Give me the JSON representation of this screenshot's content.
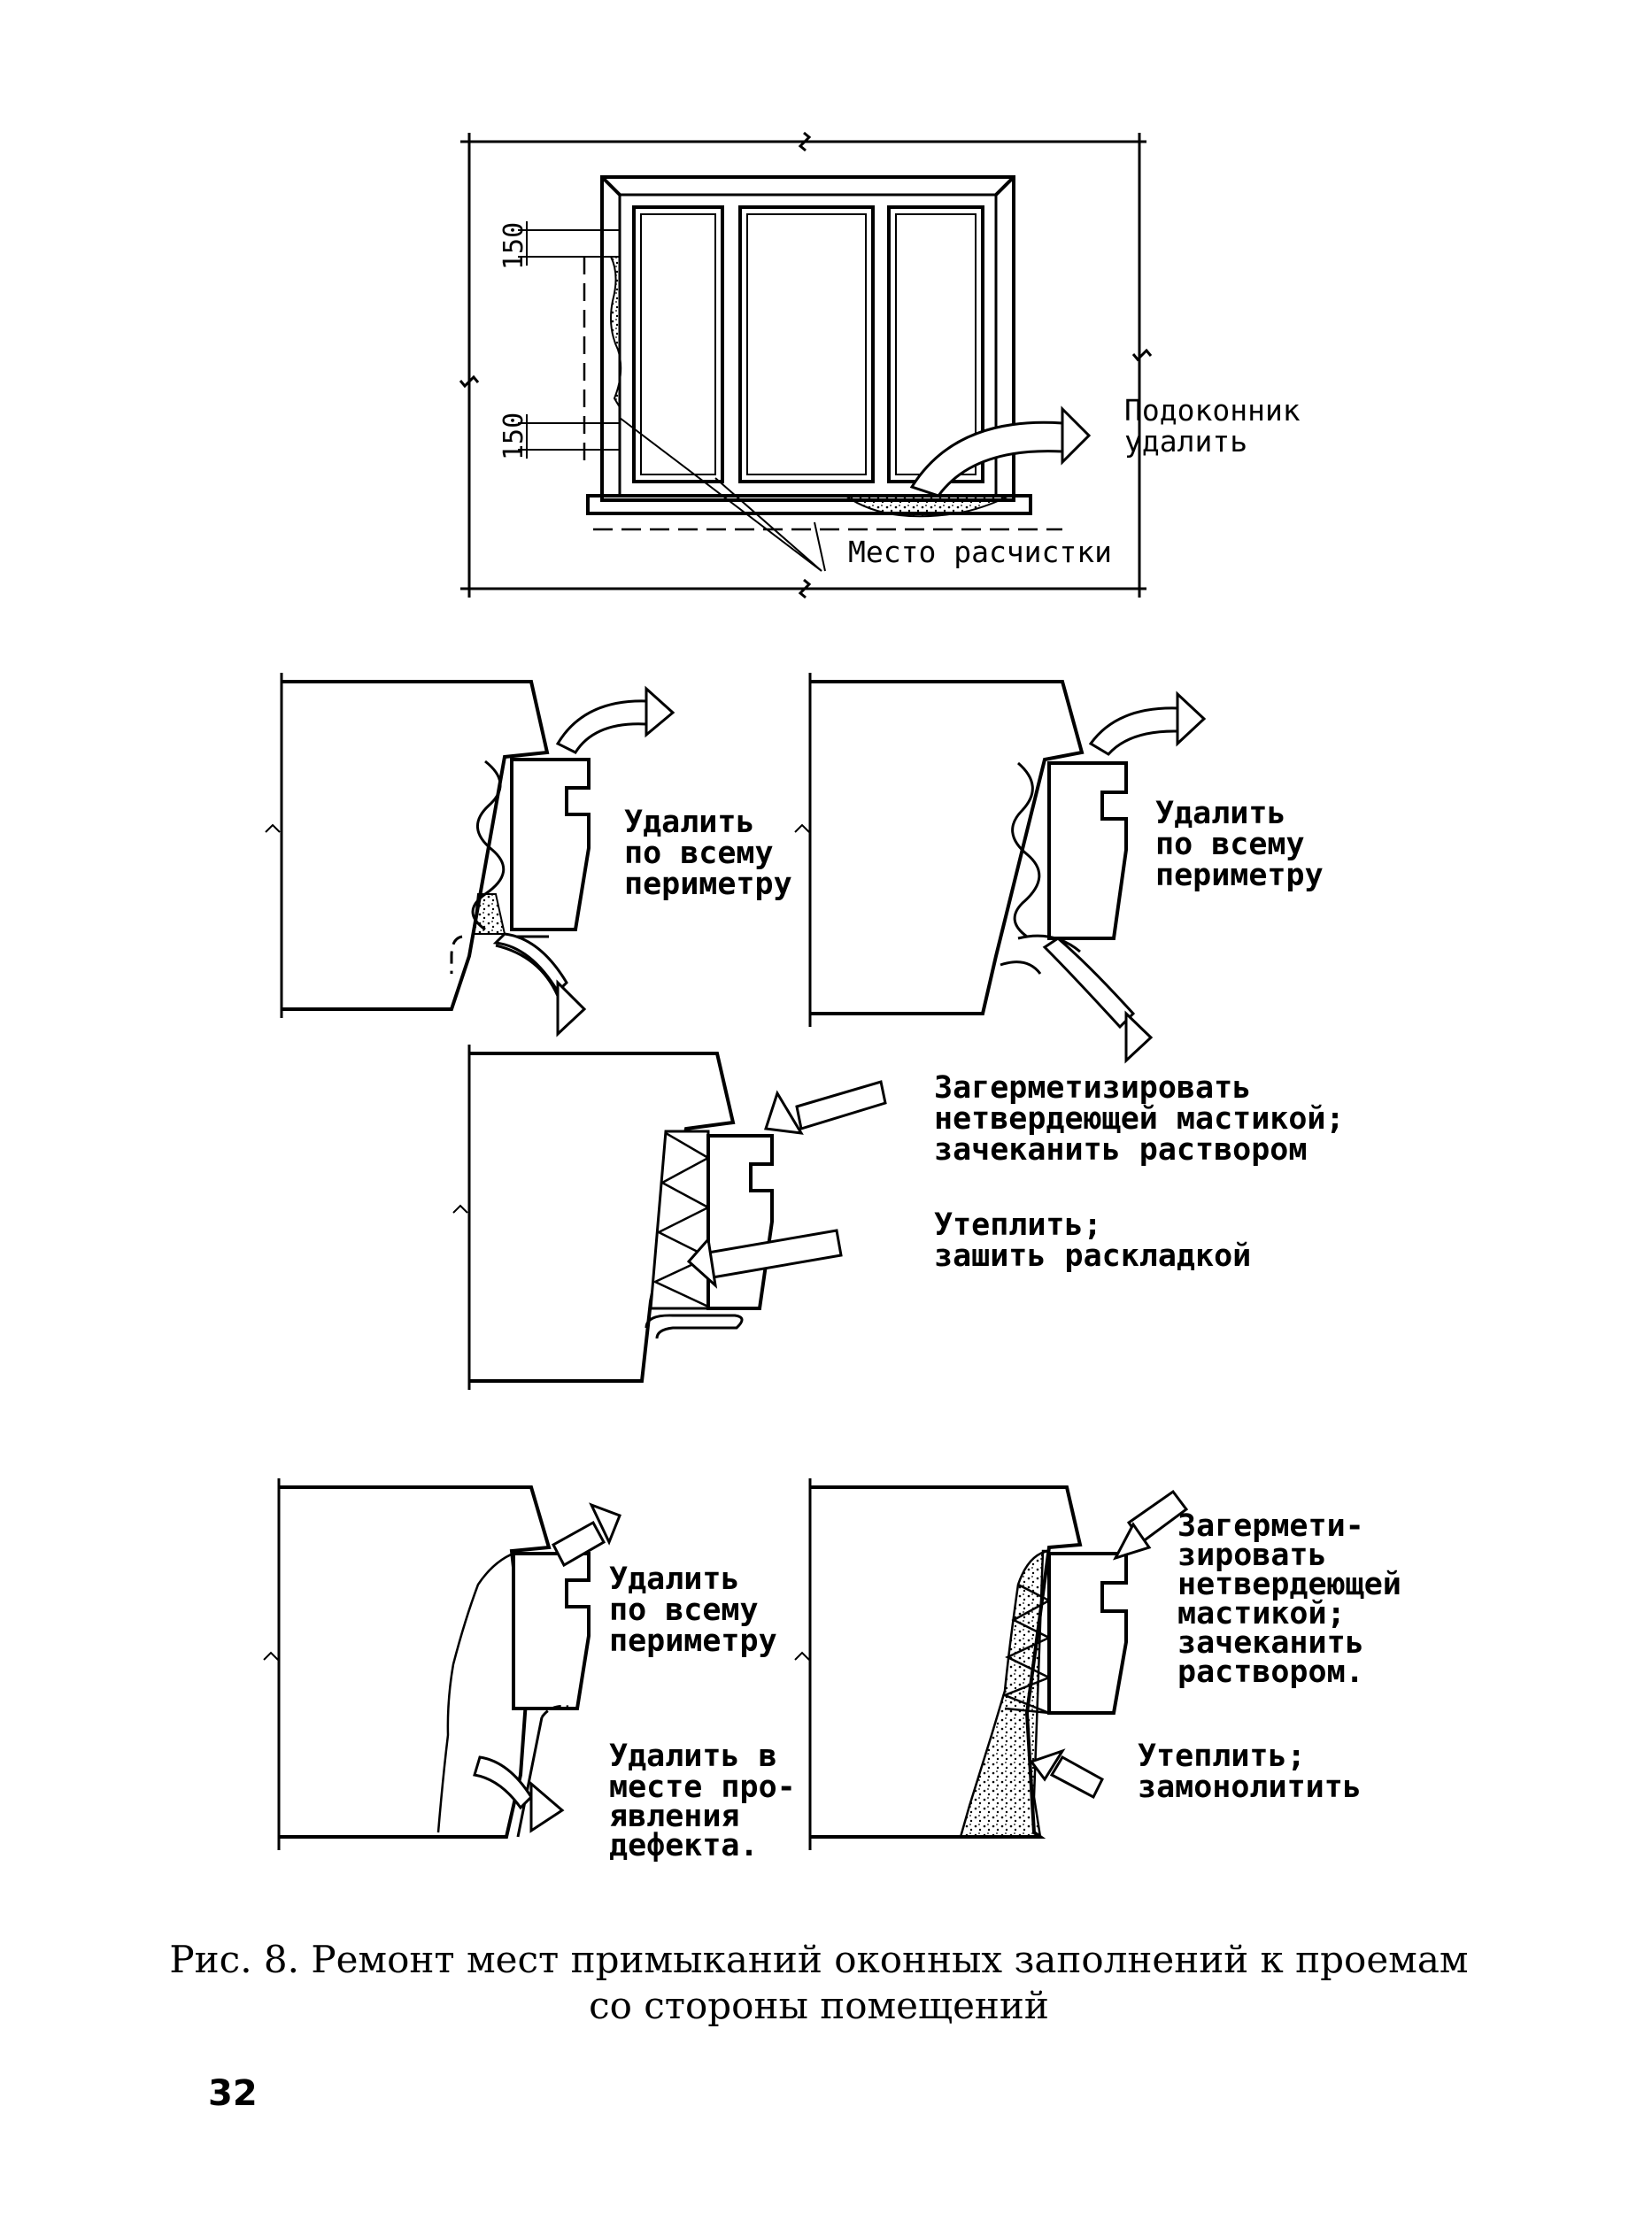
{
  "top_view": {
    "dim_upper": "150",
    "dim_lower": "150",
    "label_sill": [
      "Подоконник",
      "удалить"
    ],
    "label_clean": "Место расчистки"
  },
  "detail_1": {
    "label": [
      "Удалить",
      "по всему",
      "периметру"
    ]
  },
  "detail_2": {
    "label": [
      "Удалить",
      "по всему",
      "периметру"
    ]
  },
  "detail_3": {
    "label_seal": [
      "Загерметизировать",
      "нетвердеющей мастикой;",
      "зачеканить раствором"
    ],
    "label_insulate": [
      "Утеплить;",
      "зашить раскладкой"
    ]
  },
  "detail_4": {
    "label_remove": [
      "Удалить",
      "по всему",
      "периметру"
    ],
    "label_defect": [
      "Удалить в",
      "месте про-",
      "явления",
      "дефекта."
    ]
  },
  "detail_5": {
    "label_seal": [
      "Загермети-",
      "зировать",
      "нетвердеющей",
      "мастикой;",
      "зачеканить",
      "раствором."
    ],
    "label_insulate": [
      "Утеплить;",
      "замонолитить"
    ]
  },
  "caption": {
    "line1": "Рис. 8. Ремонт мест примыканий оконных заполнений к проемам",
    "line2": "со стороны помещений"
  },
  "page_number": "32"
}
